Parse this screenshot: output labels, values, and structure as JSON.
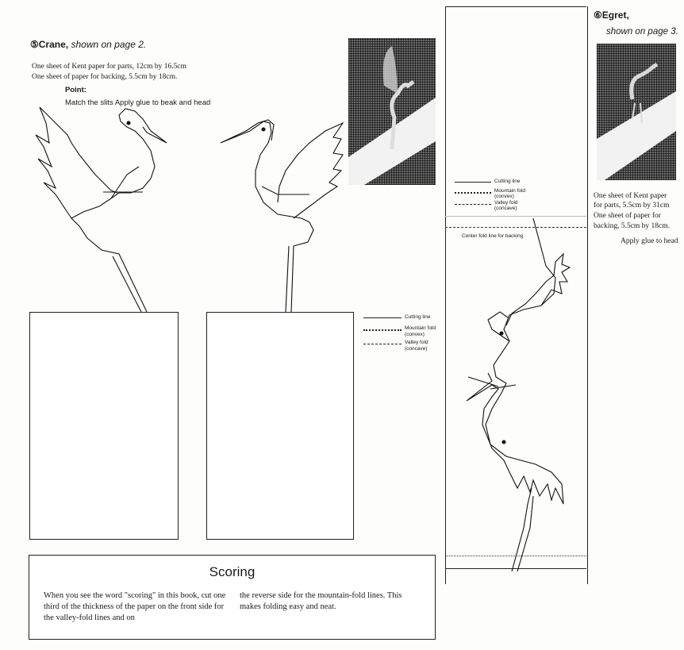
{
  "crane": {
    "number": "⑤",
    "title": "Crane,",
    "shown_on": "shown on page 2.",
    "materials": [
      "One sheet of Kent paper for parts, 12cm by 16.5cm",
      "One sheet of paper for backing, 5.5cm by 18cm."
    ],
    "point_label": "Point:",
    "point_text": "Match the slits Apply glue to beak and head"
  },
  "egret": {
    "number": "⑥",
    "title": "Egret,",
    "shown_on": "shown on page 3.",
    "materials": [
      "One sheet of Kent paper",
      "for parts, 5.5cm by 31cm",
      "One sheet of paper for",
      "backing, 5.5cm by 18cm."
    ],
    "glue_note": "Apply glue to head"
  },
  "legend_crane": {
    "cutting": "Cutting line",
    "mountain": "Mountain fold",
    "mountain_sub": "(convex)",
    "valley": "Valley fold",
    "valley_sub": "(concave)"
  },
  "legend_egret": {
    "cutting": "Cutting line",
    "mountain": "Mountain fold",
    "mountain_sub": "(convex)",
    "valley": "Valley fold",
    "valley_sub": "(concave)",
    "center": "Center fold line for backing"
  },
  "scoring": {
    "title": "Scoring",
    "col1": "When you see the word \"scoring\" in this book, cut one third of the thickness of the paper on the front side for the valley-fold lines and on",
    "col2": "the reverse side for the mountain-fold lines. This makes folding easy and neat."
  }
}
